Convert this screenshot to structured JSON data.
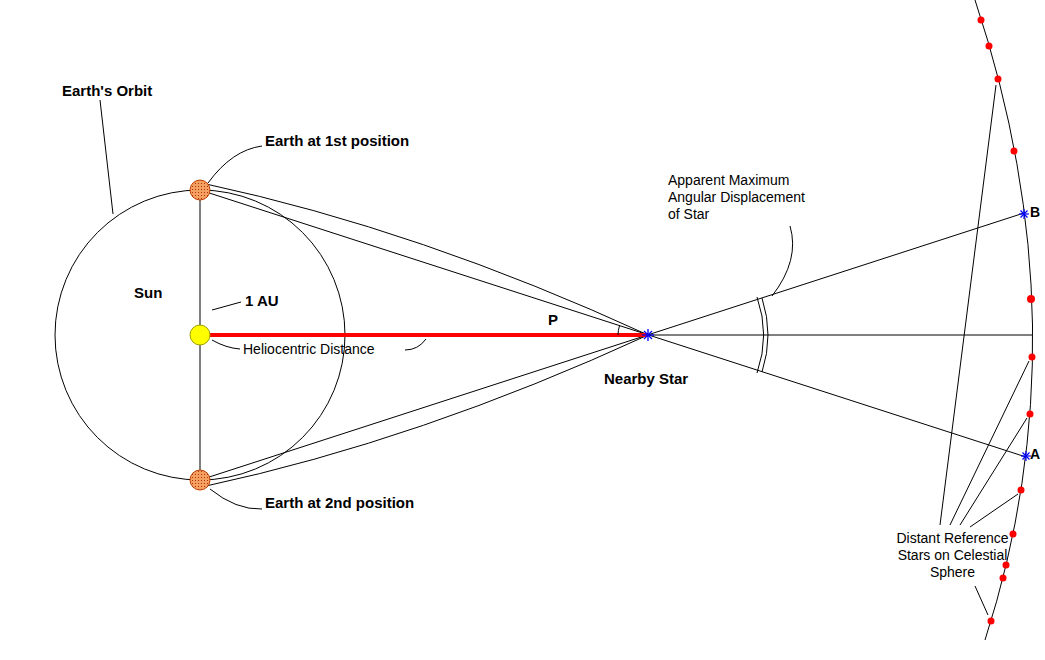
{
  "diagram": {
    "labels": [
      "Earth's Orbit",
      "Earth at 1st position",
      "Sun",
      "1 AU",
      "P",
      "Heliocentric Distance",
      "Apparent Maximum Angular Displacement of Star",
      "B",
      "Nearby Star",
      "A",
      "Earth at 2nd position",
      "Distant Reference Stars on Celestial Sphere"
    ]
  }
}
